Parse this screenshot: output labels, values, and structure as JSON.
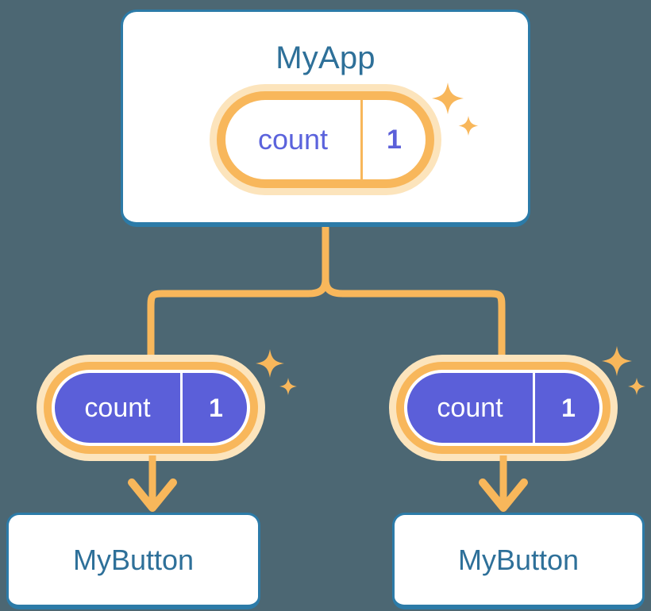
{
  "diagram": {
    "type": "component-tree",
    "background_color": "#4c6773",
    "accent_orange": "#f8b75b",
    "halo_orange": "#fce4bc",
    "accent_blue": "#2c7ba8",
    "text_blue": "#2e7099",
    "accent_purple": "#5b5fd9"
  },
  "app": {
    "title": "MyApp",
    "state": {
      "key": "count",
      "value": "1"
    },
    "sparkle_icon": "sparkle-icon"
  },
  "children": [
    {
      "state": {
        "key": "count",
        "value": "1"
      },
      "label": "MyButton",
      "sparkle_icon": "sparkle-icon",
      "arrow_icon": "arrow-down-icon"
    },
    {
      "state": {
        "key": "count",
        "value": "1"
      },
      "label": "MyButton",
      "sparkle_icon": "sparkle-icon",
      "arrow_icon": "arrow-down-icon"
    }
  ],
  "connectors": {
    "fork_icon": "fork-connector",
    "arrow_icon": "arrow-down-icon"
  }
}
